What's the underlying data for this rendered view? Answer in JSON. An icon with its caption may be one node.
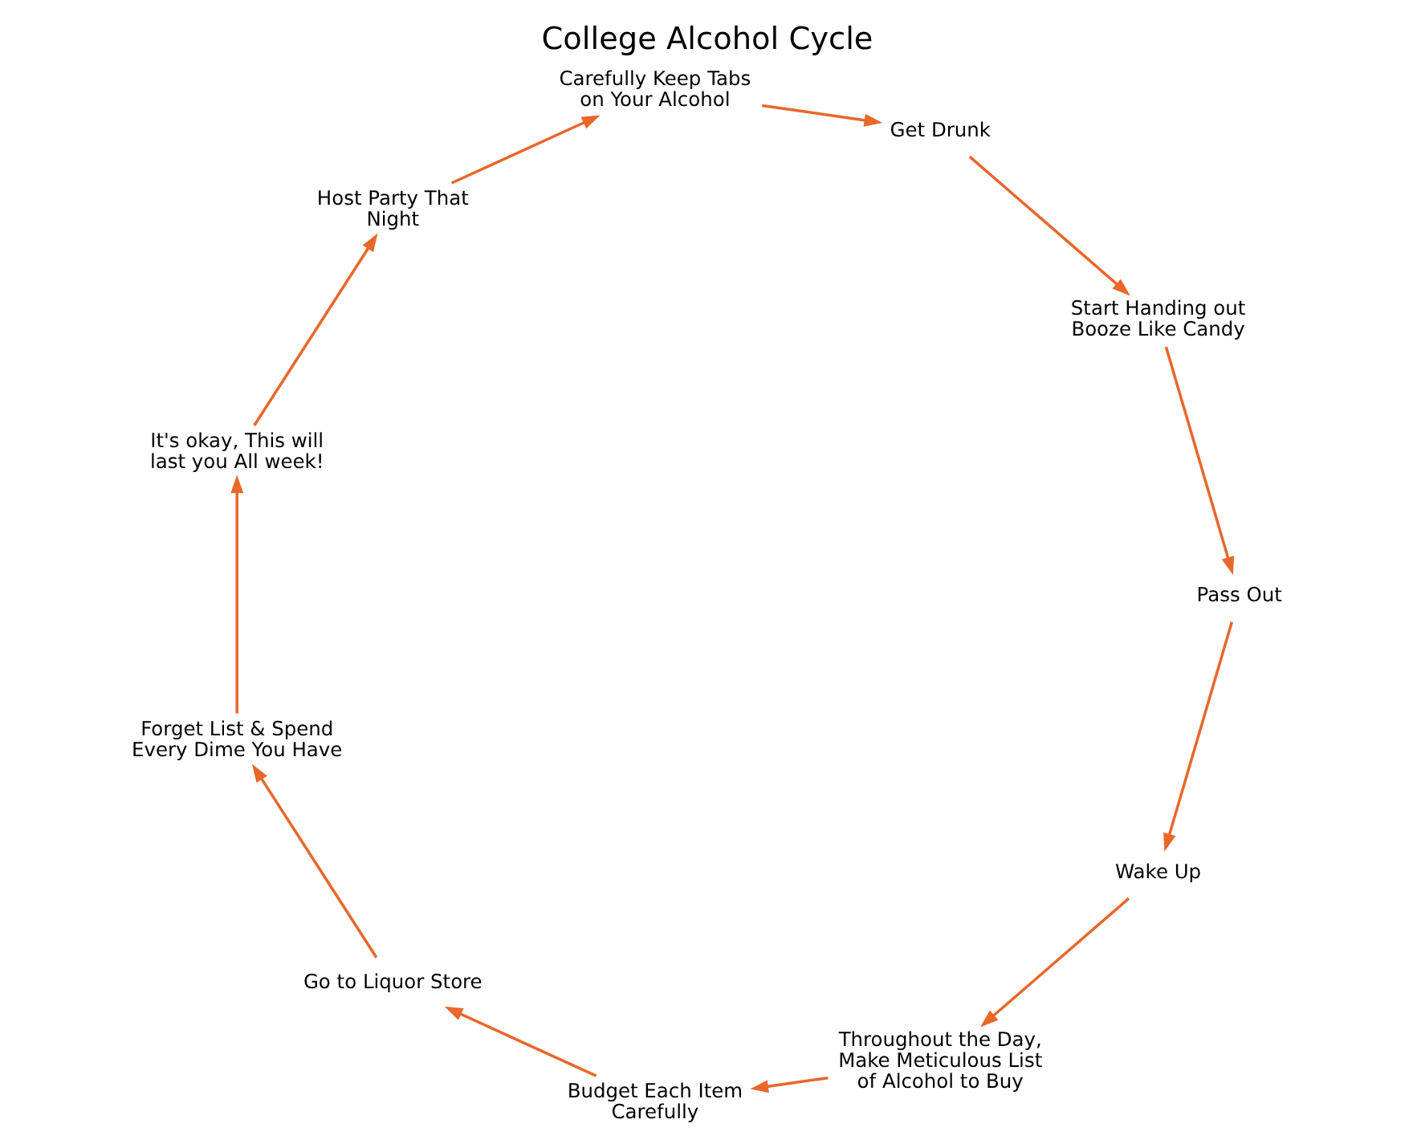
{
  "diagram": {
    "title": "College Alcohol Cycle",
    "nodes": [
      {
        "text": [
          "Wake Up"
        ]
      },
      {
        "text": [
          "Throughout the Day, Make Meticulous List of Alcohol to Buy"
        ]
      },
      {
        "text": [
          "Budget Each Item Carefully"
        ]
      },
      {
        "text": [
          "Go to Liquor Store"
        ]
      },
      {
        "text": [
          "Forget List & Spend Every Dime You Have"
        ]
      },
      {
        "text": [
          "It's okay, This will last you All week!"
        ]
      },
      {
        "text": [
          "Host Party That Night"
        ]
      },
      {
        "text": [
          "Carefully Keep Tabs on Your Alcohol"
        ]
      },
      {
        "text": [
          "Get Drunk"
        ]
      },
      {
        "text": [
          "Start Handing out Booze Like Candy"
        ]
      },
      {
        "text": [
          "Pass Out"
        ]
      }
    ],
    "edges": [
      {
        "from": 0,
        "to": 1,
        "arrow": "to"
      },
      {
        "from": 1,
        "to": 2,
        "arrow": "to"
      },
      {
        "from": 2,
        "to": 3,
        "arrow": "to"
      },
      {
        "from": 3,
        "to": 4,
        "arrow": "to"
      },
      {
        "from": 4,
        "to": 5,
        "arrow": "to"
      },
      {
        "from": 5,
        "to": 6,
        "arrow": "to"
      },
      {
        "from": 6,
        "to": 7,
        "arrow": "to"
      },
      {
        "from": 7,
        "to": 8,
        "arrow": "to"
      },
      {
        "from": 8,
        "to": 9,
        "arrow": "to"
      },
      {
        "from": 9,
        "to": 10,
        "arrow": "to"
      },
      {
        "from": 10,
        "to": 0,
        "arrow": "to"
      }
    ]
  }
}
